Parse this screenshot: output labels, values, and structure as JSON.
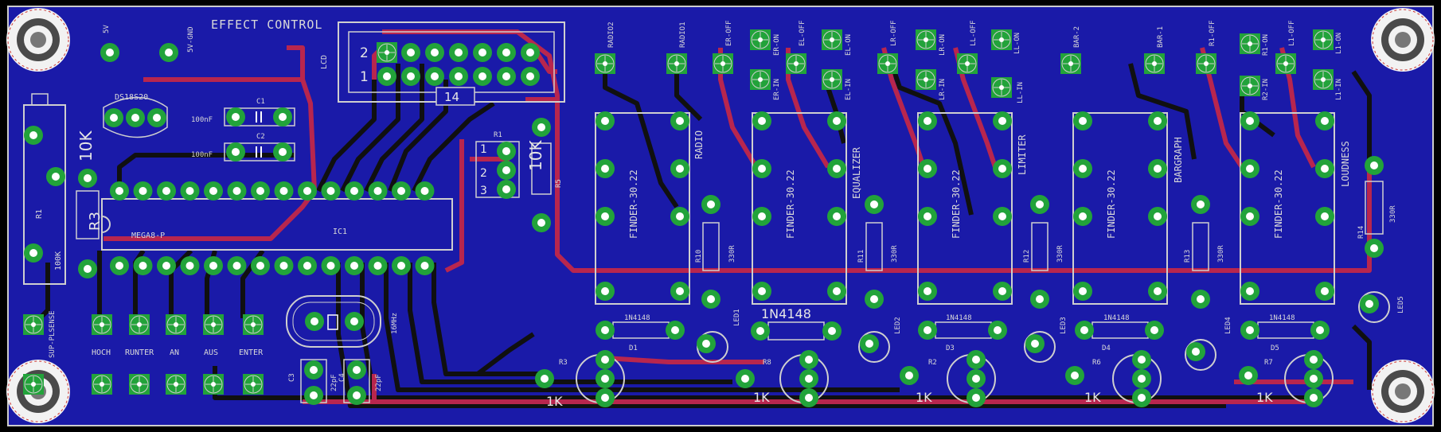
{
  "board": {
    "title": "EFFECT CONTROL",
    "colors": {
      "background": "#000000",
      "board_fill": "#1a1aa8",
      "bottom_trace": "#111111",
      "top_trace": "#b8264e",
      "pad_ring": "#22a33a",
      "silk": "#d9d9d9",
      "drill": "#ffffff"
    }
  },
  "header_labels": {
    "v5": "5V",
    "gnd5": "5V-GND",
    "lcd": "LCD",
    "row2": "2",
    "row1": "1",
    "pin14": "14",
    "ds18": "DS18S20",
    "r1_top": "R1",
    "r5": "R5",
    "pot_num_1": "1",
    "pot_num_2": "2",
    "pot_num_3": "3"
  },
  "components": {
    "c1": "C1",
    "c2": "C2",
    "c1_val": "100nF",
    "c2_val": "100nF",
    "r_10k_left": "10K",
    "r_10k_right": "10K",
    "r3": "R3",
    "r1_left": "R1",
    "r_100k": "100K",
    "ic1": "IC1",
    "mega": "MEGA8-P",
    "crystal": "16MHz",
    "c3": "C3",
    "c4": "C4",
    "c3_val": "22pF",
    "c4_val": "22pF",
    "sup_sense": "SUP-PLSENSE"
  },
  "buttons": [
    "HOCH",
    "RUNTER",
    "AN",
    "AUS",
    "ENTER"
  ],
  "relay_labels": {
    "radio2": "RADIO2",
    "radio1": "RADIO1",
    "er_off": "ER-OFF",
    "er_on": "ER-ON",
    "el_off": "EL-OFF",
    "el_on": "EL-ON",
    "er_in": "ER-IN",
    "el_in": "EL-IN",
    "lr_off": "LR-OFF",
    "lr_on": "LR-ON",
    "ll_off": "LL-OFF",
    "ll_on": "LL-ON",
    "lr_in": "LR-IN",
    "ll_in": "LL-IN",
    "bar2": "BAR-2",
    "bar1": "BAR-1",
    "r1_off": "R1-OFF",
    "r1_on": "R1-ON",
    "l1_off": "L1-OFF",
    "l1_on": "L1-ON",
    "r2_in": "R2-IN",
    "l1_in": "L1-IN"
  },
  "relays": [
    {
      "part": "FINDER-30.22",
      "func": "RADIO"
    },
    {
      "part": "FINDER-30.22",
      "func": "EQUALIZER"
    },
    {
      "part": "FINDER-30.22",
      "func": "LIMITER"
    },
    {
      "part": "FINDER-30.22",
      "func": "BARGRAPH"
    },
    {
      "part": "FINDER-30.22",
      "func": "LOUDNESS"
    }
  ],
  "drivers": {
    "r10": "R10",
    "r11": "R11",
    "r12": "R12",
    "r13": "R13",
    "r14": "R14",
    "r330a": "330R",
    "r330b": "330R",
    "r330c": "330R",
    "r330d": "330R",
    "r330e": "330R",
    "led1": "LED1",
    "led2": "LED2",
    "led3": "LED3",
    "led4": "LED4",
    "led5": "LED5",
    "diode_small": "1N4148",
    "diode_big": "1N4148",
    "d1": "D1",
    "d3": "D3",
    "d4": "D4",
    "d5": "D5",
    "r3b": "R3",
    "r8": "R8",
    "r2": "R2",
    "r6": "R6",
    "r7": "R7",
    "k1": "1K",
    "k2": "1K",
    "k3": "1K",
    "k4": "1K",
    "k5": "1K"
  }
}
